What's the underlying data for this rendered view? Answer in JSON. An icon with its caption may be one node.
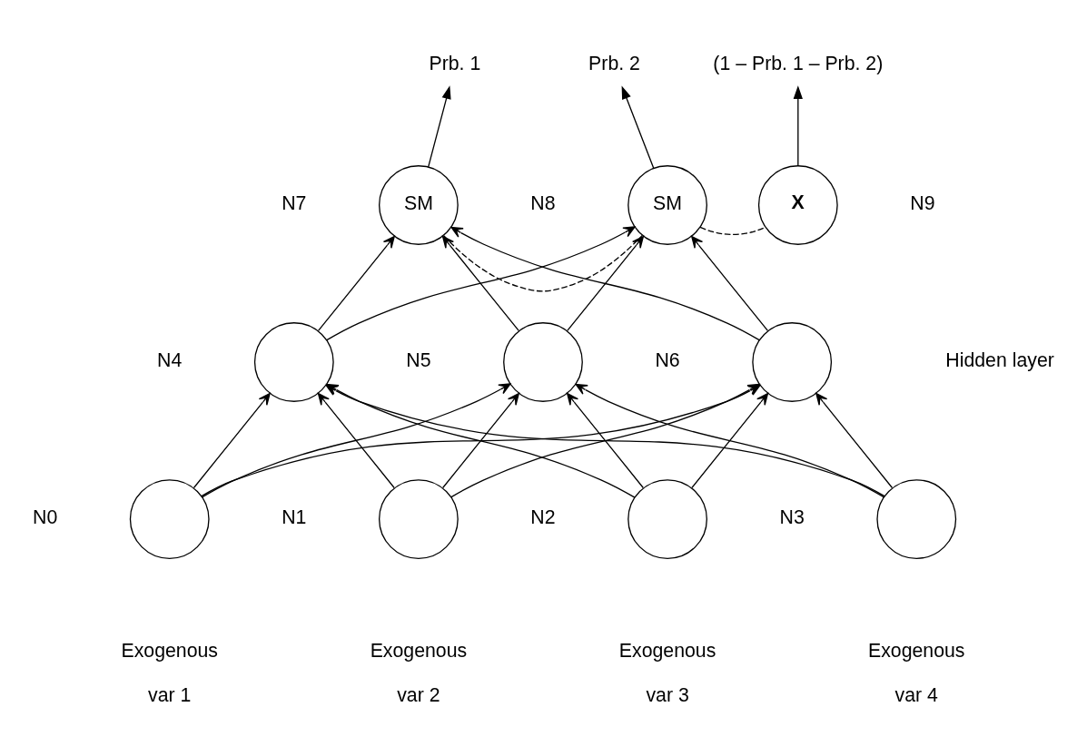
{
  "diagram": {
    "nodes": [
      {
        "text": [
          "Prb. 1"
        ]
      },
      {
        "text": [
          "Prb. 2"
        ]
      },
      {
        "text": [
          "(1 – Prb. 1 – Prb. 2)"
        ]
      },
      {
        "text": [
          "SM"
        ],
        "beside": [
          "N7"
        ]
      },
      {
        "text": [
          "SM"
        ],
        "beside": [
          "N8"
        ]
      },
      {
        "text": [
          "X"
        ],
        "beside": [
          "N9"
        ]
      },
      {
        "text": [],
        "shape": "circle",
        "beside": [
          "N4"
        ]
      },
      {
        "text": [],
        "shape": "circle",
        "beside": [
          "N5"
        ]
      },
      {
        "text": [],
        "shape": "circle",
        "beside": [
          "N6"
        ]
      },
      {
        "text": [],
        "shape": "circle",
        "beside": [
          "N0",
          "Exogenous",
          "var 1"
        ]
      },
      {
        "text": [],
        "shape": "circle",
        "beside": [
          "N1",
          "Exogenous",
          "var 2"
        ]
      },
      {
        "text": [],
        "shape": "circle",
        "beside": [
          "N2",
          "Exogenous",
          "var 3"
        ]
      },
      {
        "text": [],
        "shape": "circle",
        "beside": [
          "N3",
          "Exogenous",
          "var 4"
        ]
      }
    ],
    "edges": [
      {
        "from": 3,
        "to": 0,
        "arrow": "to"
      },
      {
        "from": 4,
        "to": 1,
        "arrow": "to"
      },
      {
        "from": 5,
        "to": 2,
        "arrow": "to"
      },
      {
        "from": 3,
        "to": 4,
        "arrow": "none",
        "style": "dashed"
      },
      {
        "from": 4,
        "to": 5,
        "arrow": "none",
        "style": "dashed"
      },
      {
        "from": 6,
        "to": 3,
        "arrow": "to"
      },
      {
        "from": 6,
        "to": 4,
        "arrow": "to"
      },
      {
        "from": 7,
        "to": 3,
        "arrow": "to"
      },
      {
        "from": 7,
        "to": 4,
        "arrow": "to"
      },
      {
        "from": 8,
        "to": 3,
        "arrow": "to"
      },
      {
        "from": 8,
        "to": 4,
        "arrow": "to"
      },
      {
        "from": 9,
        "to": 6,
        "arrow": "to"
      },
      {
        "from": 9,
        "to": 7,
        "arrow": "to"
      },
      {
        "from": 9,
        "to": 8,
        "arrow": "to"
      },
      {
        "from": 10,
        "to": 6,
        "arrow": "to"
      },
      {
        "from": 10,
        "to": 7,
        "arrow": "to"
      },
      {
        "from": 10,
        "to": 8,
        "arrow": "to"
      },
      {
        "from": 11,
        "to": 6,
        "arrow": "to"
      },
      {
        "from": 11,
        "to": 7,
        "arrow": "to"
      },
      {
        "from": 11,
        "to": 8,
        "arrow": "to"
      },
      {
        "from": 12,
        "to": 6,
        "arrow": "to"
      },
      {
        "from": 12,
        "to": 7,
        "arrow": "to"
      },
      {
        "from": 12,
        "to": 8,
        "arrow": "to"
      }
    ],
    "labels": [
      "Hidden layer"
    ]
  }
}
